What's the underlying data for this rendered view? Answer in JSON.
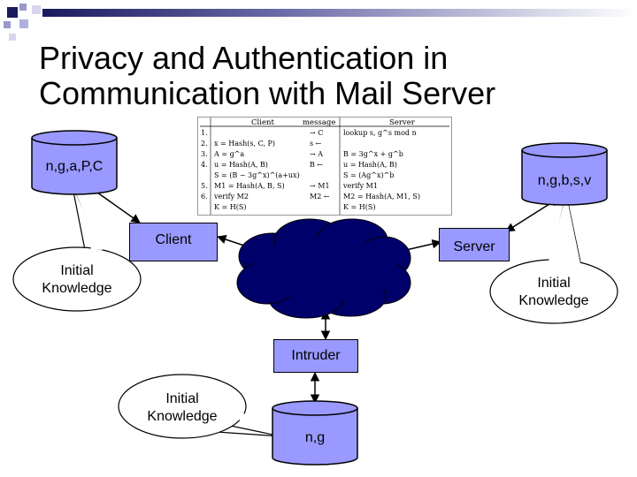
{
  "title_lines": [
    "Privacy and Authentication in",
    "Communication with Mail Server"
  ],
  "colors": {
    "db_fill": "#9999ff",
    "cloud_fill": "#00006b",
    "bubble_fill": "#ffffff",
    "stroke": "#000000"
  },
  "client_db": {
    "label": "n,g,a,P,C"
  },
  "server_db": {
    "label": "n,g,b,s,v"
  },
  "intruder_db": {
    "label": "n,g"
  },
  "client_box": {
    "label": "Client"
  },
  "server_box": {
    "label": "Server"
  },
  "intruder_box": {
    "label": "Intruder"
  },
  "knowledge_bubbles": {
    "client": [
      "Initial",
      "Knowledge"
    ],
    "server": [
      "Initial",
      "Knowledge"
    ],
    "intruder": [
      "Initial",
      "Knowledge"
    ]
  },
  "protocol_table": {
    "headers": {
      "client": "Client",
      "message": "message",
      "server": "Server"
    },
    "rows": [
      {
        "num": "1.",
        "client": "",
        "message": "→ C",
        "server": "lookup s, g^s mod n"
      },
      {
        "num": "2.",
        "client": "x = Hash(s, C, P)",
        "message": "s ←",
        "server": ""
      },
      {
        "num": "3.",
        "client": "A = g^a",
        "message": "→ A",
        "server": "B = 3g^x + g^b"
      },
      {
        "num": "4.",
        "client": "u = Hash(A, B)",
        "message": "B ←",
        "server": "u = Hash(A, B)"
      },
      {
        "num": "",
        "client": "S = (B − 3g^x)^(a+ux)",
        "message": "",
        "server": "S = (Ag^x)^b"
      },
      {
        "num": "5.",
        "client": "M1 = Hash(A, B, S)",
        "message": "→ M1",
        "server": "verify M1"
      },
      {
        "num": "6.",
        "client": "verify M2",
        "message": "M2 ←",
        "server": "M2 = Hash(A, M1, S)"
      },
      {
        "num": "",
        "client": "K = H(S)",
        "message": "",
        "server": "K = H(S)"
      }
    ]
  }
}
